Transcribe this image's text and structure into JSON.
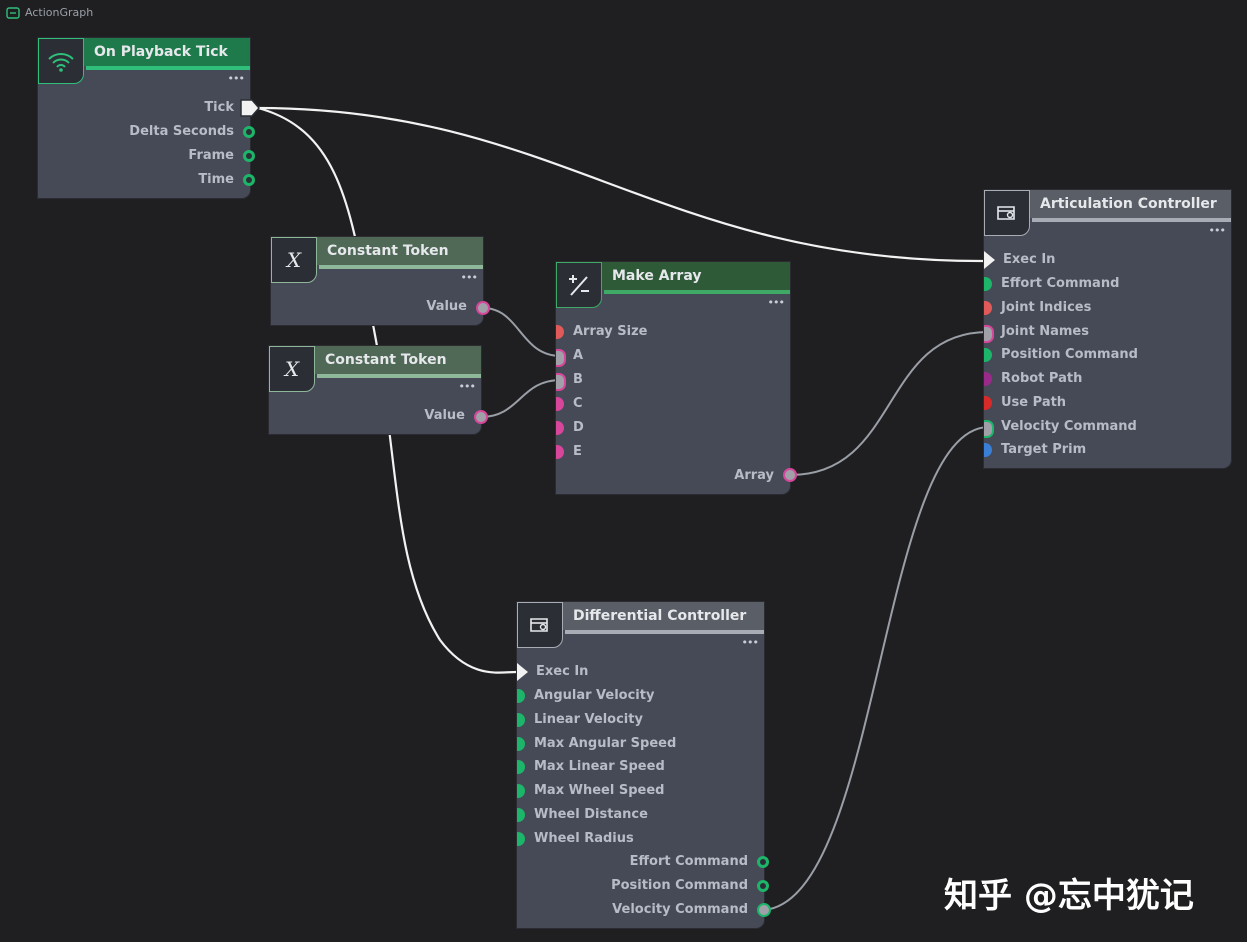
{
  "tab": {
    "label": "ActionGraph",
    "icon": "graph-icon"
  },
  "colors": {
    "background": "#1f1f21",
    "node_body": "#464a57",
    "event_header": "#1e7a4a",
    "constant_header": "#4f6956",
    "array_header": "#2f5a38",
    "controller_header": "#5a5e66",
    "exec_wire": "#f2f2f2",
    "data_wire": "#9a9ea6",
    "pin_green": "#1db56a",
    "pin_pink": "#d6469a",
    "pin_salmon": "#e05a5a",
    "pin_grey": "#a0a0a8",
    "pin_magenta": "#9a2a8a",
    "pin_red": "#d92a2a",
    "pin_blue": "#3a7fd6"
  },
  "nodes": {
    "playback_tick": {
      "title": "On Playback Tick",
      "icon": "wifi-icon",
      "outputs": [
        "Tick",
        "Delta Seconds",
        "Frame",
        "Time"
      ]
    },
    "constant_token_1": {
      "title": "Constant Token",
      "icon": "x-variable-icon",
      "output": "Value"
    },
    "constant_token_2": {
      "title": "Constant Token",
      "icon": "x-variable-icon",
      "output": "Value"
    },
    "make_array": {
      "title": "Make Array",
      "icon": "plus-minus-icon",
      "inputs": [
        "Array Size",
        "A",
        "B",
        "C",
        "D",
        "E"
      ],
      "output": "Array"
    },
    "articulation_controller": {
      "title": "Articulation Controller",
      "icon": "controller-icon",
      "inputs": [
        "Exec In",
        "Effort Command",
        "Joint Indices",
        "Joint Names",
        "Position Command",
        "Robot Path",
        "Use Path",
        "Velocity Command",
        "Target Prim"
      ]
    },
    "differential_controller": {
      "title": "Differential Controller",
      "icon": "controller-icon",
      "inputs": [
        "Exec In",
        "Angular Velocity",
        "Linear Velocity",
        "Max Angular Speed",
        "Max Linear Speed",
        "Max Wheel Speed",
        "Wheel Distance",
        "Wheel Radius"
      ],
      "outputs": [
        "Effort Command",
        "Position Command",
        "Velocity Command"
      ]
    }
  },
  "menu_dots": "•••",
  "watermark": "知乎 @忘中犹记"
}
